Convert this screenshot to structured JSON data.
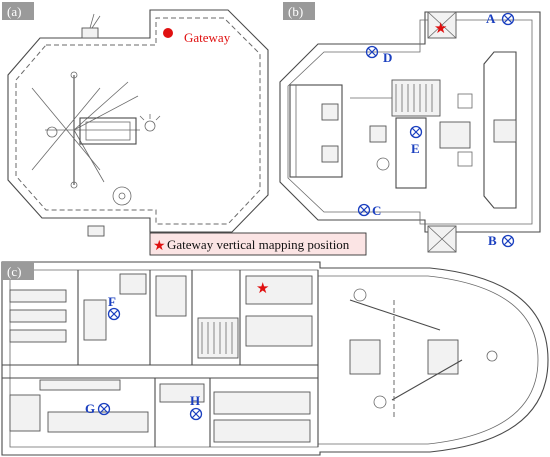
{
  "panels": {
    "a": {
      "tag": "(a)"
    },
    "b": {
      "tag": "(b)"
    },
    "c": {
      "tag": "(c)"
    }
  },
  "gateway": {
    "label": "Gateway",
    "color": "#e01010",
    "marker": "red-dot-icon"
  },
  "callout": {
    "text": "Gateway vertical mapping position",
    "marker": "red-star-icon",
    "background": "#fbe4e4"
  },
  "nodes": {
    "A": {
      "label": "A"
    },
    "B": {
      "label": "B"
    },
    "C": {
      "label": "C"
    },
    "D": {
      "label": "D"
    },
    "E": {
      "label": "E"
    },
    "F": {
      "label": "F"
    },
    "G": {
      "label": "G"
    },
    "H": {
      "label": "H"
    }
  },
  "colors": {
    "node": "#1a3fbf",
    "gateway": "#e01010",
    "plan_lines": "#4a4a4a",
    "tag_bg": "#9a9a9a"
  },
  "icons": {
    "node_marker": "circled-x-icon",
    "gateway_star": "red-star-icon"
  }
}
